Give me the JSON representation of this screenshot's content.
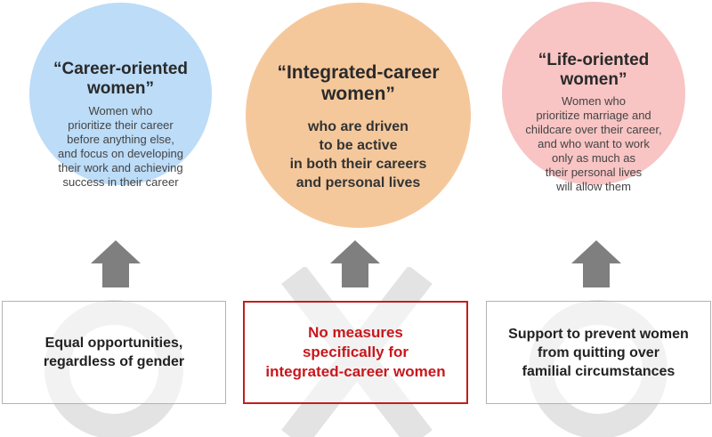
{
  "circles": [
    {
      "title": "“Career-oriented\nwomen”",
      "description": "Women who\nprioritize their career\nbefore anything else,\nand focus on developing\ntheir work and achieving\nsuccess in their career",
      "color": "#bcdcf8"
    },
    {
      "title": "“Integrated-career\nwomen”",
      "description": "who are driven\nto be active\nin both their careers\nand personal lives",
      "color": "#f5c89c"
    },
    {
      "title": "“Life-oriented\nwomen”",
      "description": "Women who\nprioritize marriage and\nchildcare over their career,\nand who want to work\nonly as much as\ntheir personal lives\nwill allow them",
      "color": "#f8c4c4"
    }
  ],
  "boxes": [
    {
      "text": "Equal opportunities,\nregardless of gender",
      "symbol": "circle-mark-icon"
    },
    {
      "text": "No measures\nspecifically for\nintegrated-career women",
      "symbol": "cross-mark-icon"
    },
    {
      "text": "Support to prevent women\nfrom quitting over\nfamilial circumstances",
      "symbol": "circle-mark-icon"
    }
  ],
  "colors": {
    "arrow": "#7f7f7f",
    "symbol": "#e3e3e3",
    "highlight": "#c0201e"
  }
}
